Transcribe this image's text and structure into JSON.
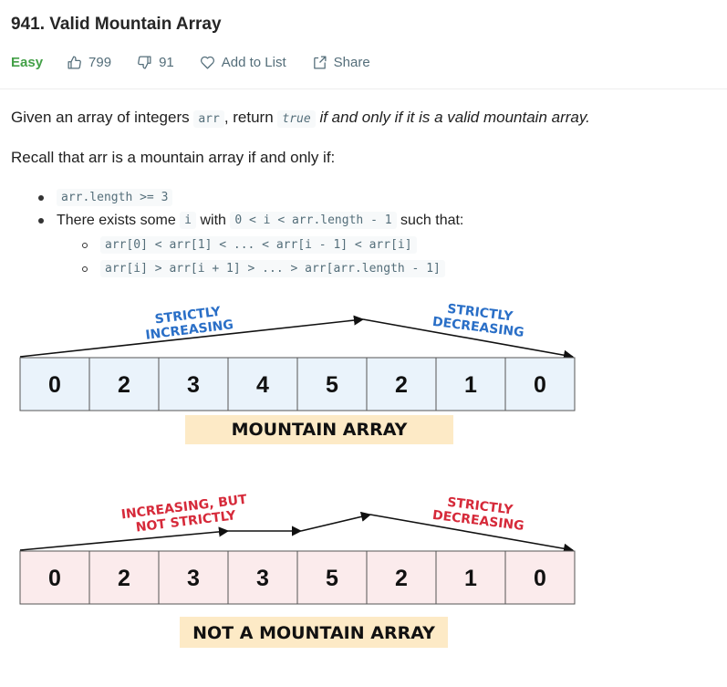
{
  "problem": {
    "title": "941. Valid Mountain Array",
    "difficulty": "Easy",
    "likes": "799",
    "dislikes": "91",
    "add_to_list": "Add to List",
    "share": "Share"
  },
  "description": {
    "intro_prefix": "Given an array of integers ",
    "intro_code": "arr",
    "intro_mid": ", return ",
    "intro_true": "true",
    "intro_suffix": " if and only if it is a valid mountain array.",
    "recall": "Recall that arr is a mountain array if and only if:",
    "bullet1_code": "arr.length >= 3",
    "bullet2_prefix": "There exists some ",
    "bullet2_i": "i",
    "bullet2_with": " with ",
    "bullet2_cond": "0 < i < arr.length - 1",
    "bullet2_suffix": " such that:",
    "sub1": "arr[0] < arr[1] < ... < arr[i - 1] < arr[i]",
    "sub2": "arr[i] > arr[i + 1] > ... > arr[arr.length - 1]"
  },
  "figure1": {
    "label_left_1": "STRICTLY",
    "label_left_2": "INCREASING",
    "label_right_1": "STRICTLY",
    "label_right_2": "DECREASING",
    "cells": [
      "0",
      "2",
      "3",
      "4",
      "5",
      "2",
      "1",
      "0"
    ],
    "caption": "MOUNTAIN ARRAY",
    "cell_fill": "#eaf3fb",
    "label_color": "#2a6fc7"
  },
  "figure2": {
    "label_left_1": "INCREASING, BUT",
    "label_left_2": "NOT STRICTLY",
    "label_right_1": "STRICTLY",
    "label_right_2": "DECREASING",
    "cells": [
      "0",
      "2",
      "3",
      "3",
      "5",
      "2",
      "1",
      "0"
    ],
    "caption": "NOT A MOUNTAIN ARRAY",
    "cell_fill": "#fbebec",
    "label_color": "#d62a3a"
  },
  "colors": {
    "easy": "#43a047",
    "caption_bg": "#fdeac6"
  }
}
